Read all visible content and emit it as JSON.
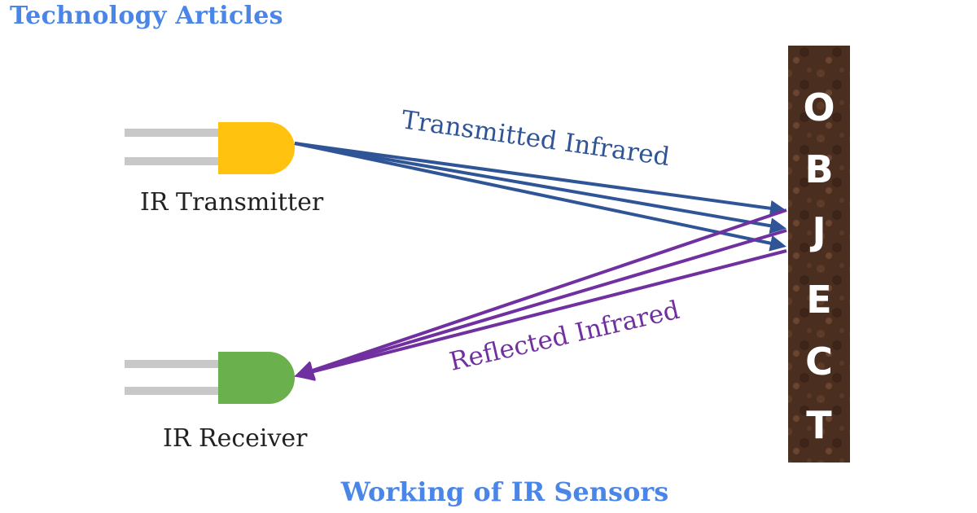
{
  "header": {
    "brand": "Technology Articles"
  },
  "diagram": {
    "transmitter_label": "IR Transmitter",
    "receiver_label": "IR Receiver",
    "transmitted_label": "Transmitted Infrared",
    "reflected_label": "Reflected Infrared",
    "object_letters": [
      "O",
      "B",
      "J",
      "E",
      "C",
      "T"
    ],
    "colors": {
      "transmitter_led": "#ffc20e",
      "receiver_led": "#6ab04c",
      "transmitted_rays": "#2f5597",
      "reflected_rays": "#7030a0",
      "object": "#4a2e1f",
      "leads": "#c8c8c8"
    }
  },
  "footer": {
    "caption": "Working of IR Sensors"
  }
}
